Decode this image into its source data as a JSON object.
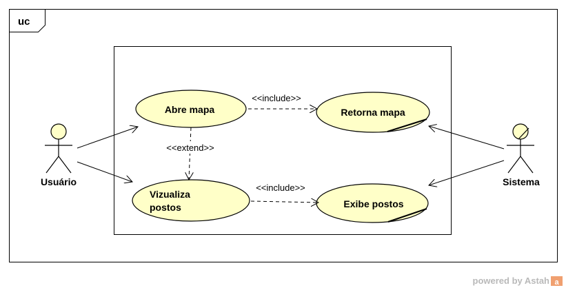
{
  "frame": {
    "tag": "uc"
  },
  "actors": {
    "user": {
      "label": "Usuário"
    },
    "system": {
      "label": "Sistema"
    }
  },
  "use_cases": {
    "abre_mapa": {
      "label": "Abre mapa"
    },
    "retorna_mapa": {
      "label": "Retorna mapa"
    },
    "vizualiza_postos": {
      "label_line1": "Vizualiza",
      "label_line2": "postos"
    },
    "exibe_postos": {
      "label": "Exibe postos"
    }
  },
  "relations": {
    "include_top": "<<include>>",
    "include_bottom": "<<include>>",
    "extend": "<<extend>>"
  },
  "footer": {
    "text": "powered by Astah",
    "logo_text": "a"
  },
  "colors": {
    "usecase_fill": "#ffffc8",
    "actor_fill": "#ffffc8",
    "line": "#000000",
    "footer_text": "#b9b9b9",
    "logo": "#f0a070"
  }
}
